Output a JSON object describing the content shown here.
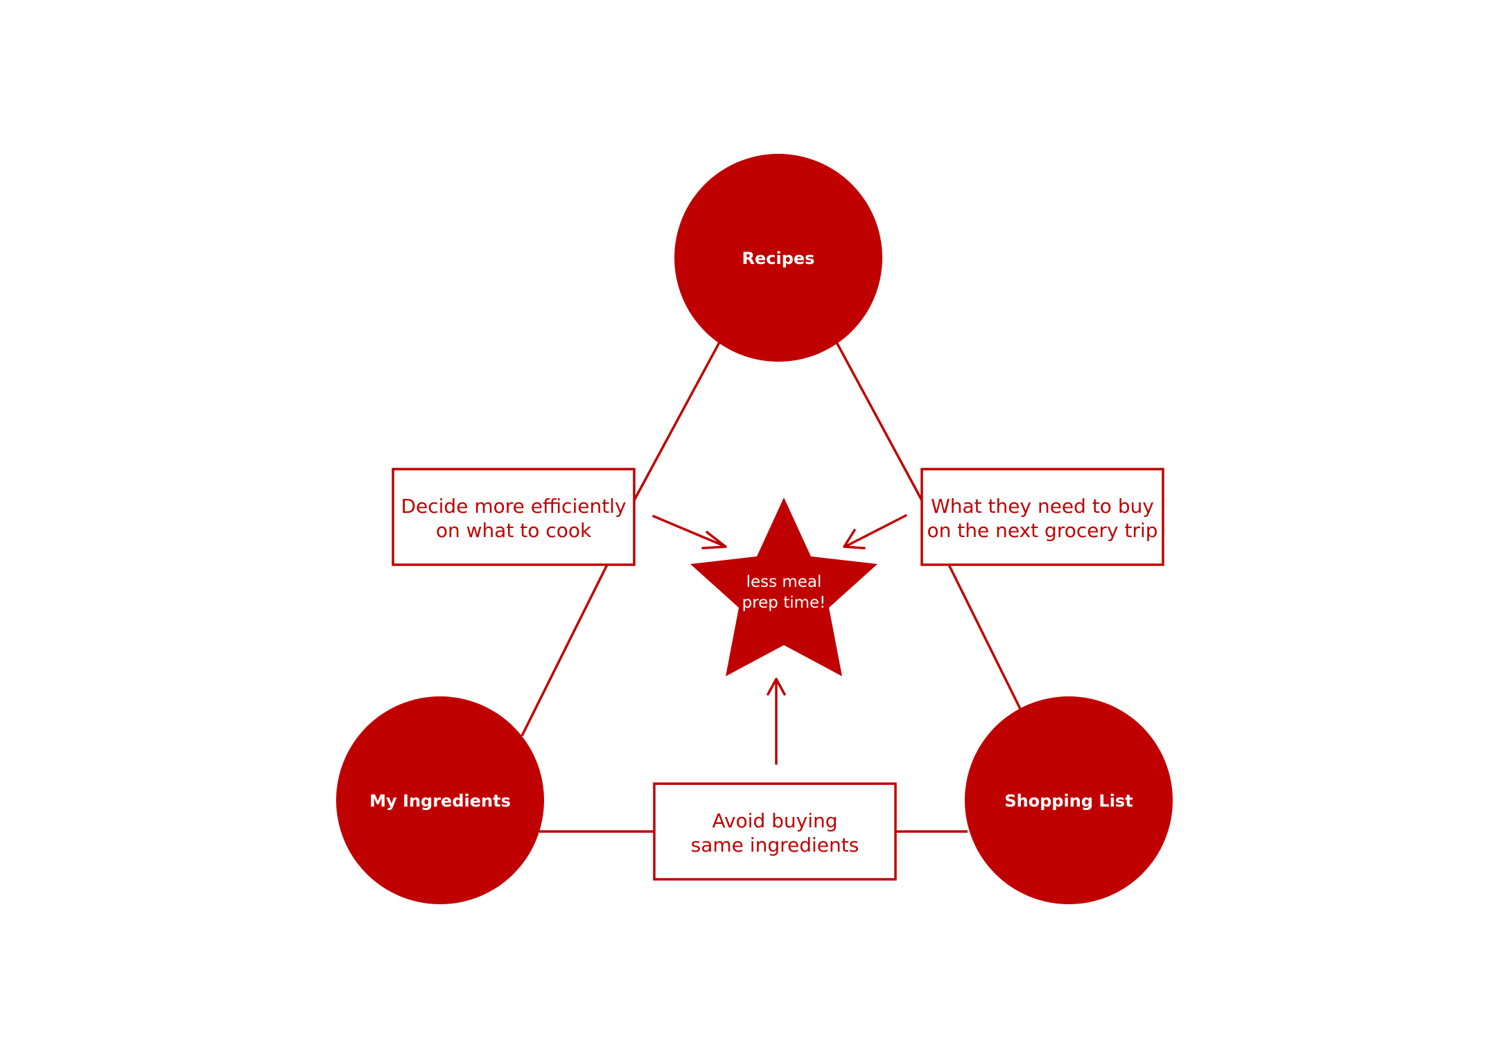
{
  "colors": {
    "accent": "#c00000",
    "background": "#ffffff",
    "node_text": "#ffffff"
  },
  "nodes": {
    "recipes": {
      "label": "Recipes"
    },
    "my_ingredients": {
      "label": "My Ingredients"
    },
    "shopping_list": {
      "label": "Shopping List"
    }
  },
  "benefits": {
    "cook": {
      "line1": "Decide more efficiently",
      "line2": "on what to cook"
    },
    "buy": {
      "line1": "What they need to buy",
      "line2": "on the next grocery trip"
    },
    "avoid": {
      "line1": "Avoid buying",
      "line2": "same ingredients"
    }
  },
  "outcome": {
    "line1": "less meal",
    "line2": "prep time!"
  }
}
